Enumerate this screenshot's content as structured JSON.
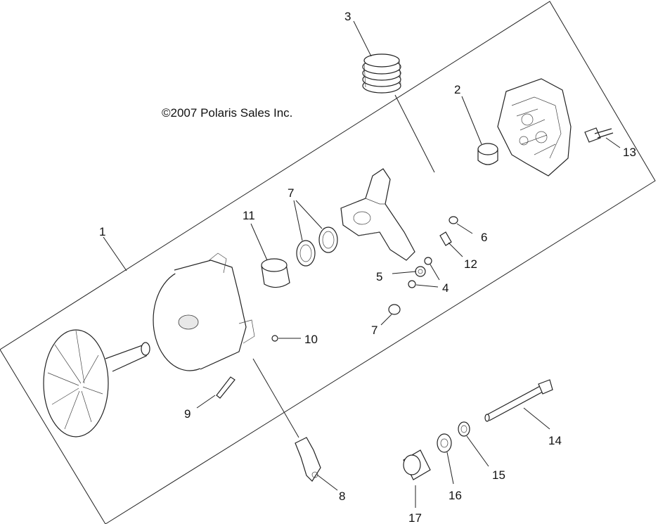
{
  "copyright": "©2007 Polaris Sales Inc.",
  "callouts": [
    "1",
    "2",
    "3",
    "4",
    "5",
    "6",
    "6",
    "7",
    "8",
    "9",
    "10",
    "11",
    "12",
    "13",
    "14",
    "15",
    "16",
    "17"
  ],
  "parts": {
    "fixed_sheave": "1",
    "bushing_cover": "2",
    "spring": "3",
    "washers": "4",
    "roller": "5",
    "spider": "7",
    "weight": "8",
    "pin": "9",
    "nut": "10",
    "bushing_sheave": "11",
    "spider_pin": "12",
    "bolt_cover": "13",
    "long_bolt": "14",
    "washer_small": "15",
    "washer_large": "16",
    "spacer": "17"
  }
}
